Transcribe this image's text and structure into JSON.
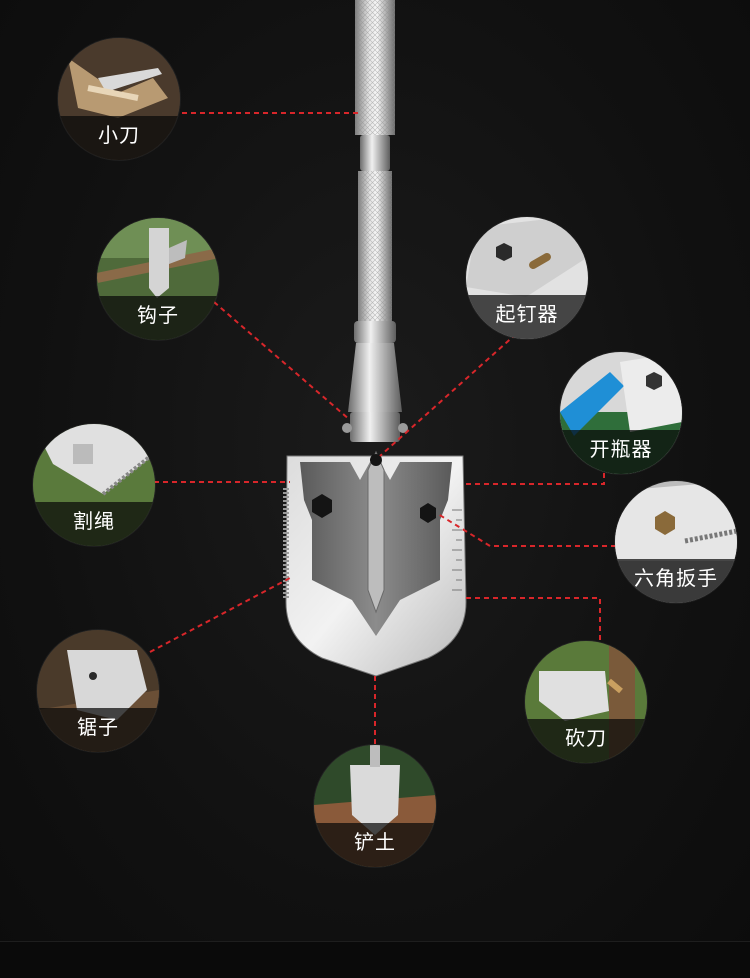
{
  "features": [
    {
      "id": "knife",
      "label": "小刀",
      "icon": "knife-icon"
    },
    {
      "id": "hook",
      "label": "钩子",
      "icon": "hook-icon"
    },
    {
      "id": "nail-puller",
      "label": "起钉器",
      "icon": "nail-puller-icon"
    },
    {
      "id": "bottle-opener",
      "label": "开瓶器",
      "icon": "bottle-opener-icon"
    },
    {
      "id": "rope-cutter",
      "label": "割绳",
      "icon": "rope-cutter-icon"
    },
    {
      "id": "hex-wrench",
      "label": "六角扳手",
      "icon": "hex-wrench-icon"
    },
    {
      "id": "saw",
      "label": "锯子",
      "icon": "saw-icon"
    },
    {
      "id": "chop",
      "label": "砍刀",
      "icon": "chop-icon"
    },
    {
      "id": "dig",
      "label": "铲土",
      "icon": "dig-icon"
    }
  ],
  "colors": {
    "leader_line": "#d8262a",
    "background": "#121212",
    "steel": "#c9c9c9"
  }
}
